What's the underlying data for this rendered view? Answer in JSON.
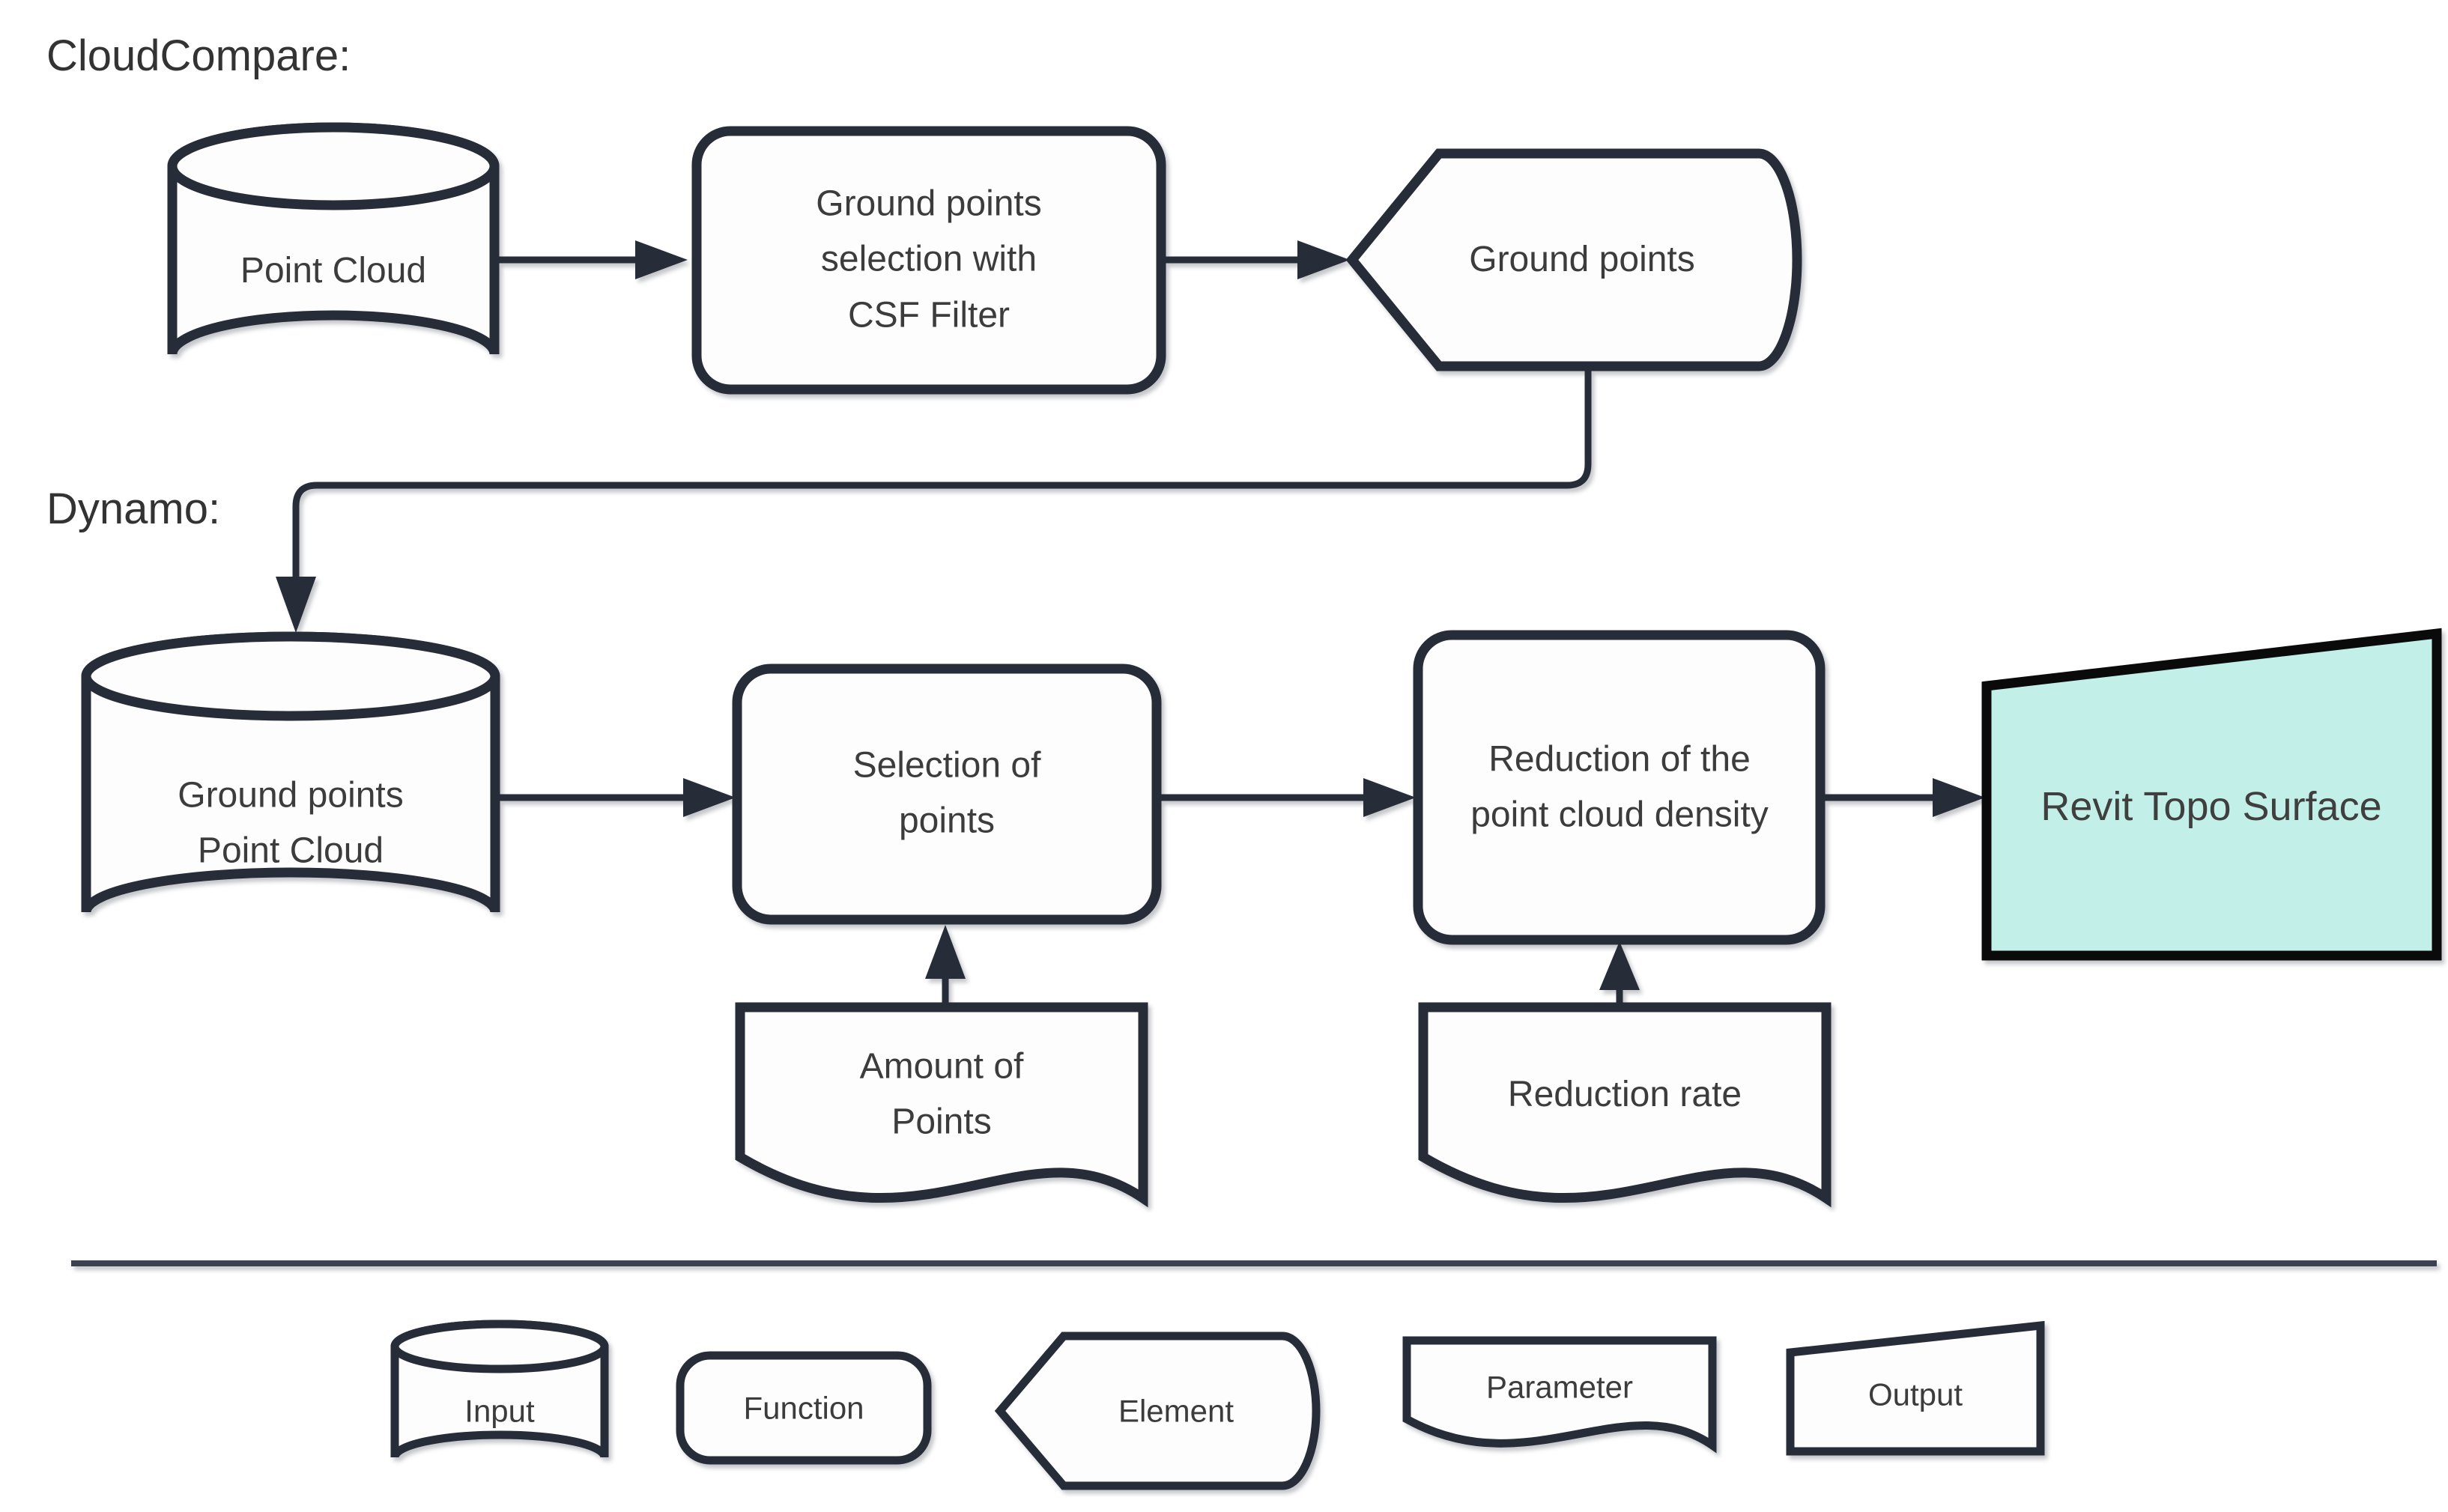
{
  "sections": {
    "cloudcompare": "CloudCompare:",
    "dynamo": "Dynamo:"
  },
  "cloudcompare_flow": {
    "point_cloud": "Point Cloud",
    "csf_filter": "Ground points selection with CSF Filter",
    "ground_points": "Ground points"
  },
  "dynamo_flow": {
    "ground_points_cloud": "Ground points Point Cloud",
    "selection": "Selection of points",
    "reduction": "Reduction of the point cloud density",
    "revit_surface": "Revit Topo Surface",
    "amount_of_points": "Amount of Points",
    "reduction_rate": "Reduction rate"
  },
  "legend": {
    "input": "Input",
    "function": "Function",
    "element": "Element",
    "parameter": "Parameter",
    "output": "Output"
  },
  "colors": {
    "stroke": "#272d38",
    "output_fill": "#c2f0e8",
    "text": "#3c3c3c",
    "background": "#ffffff"
  }
}
